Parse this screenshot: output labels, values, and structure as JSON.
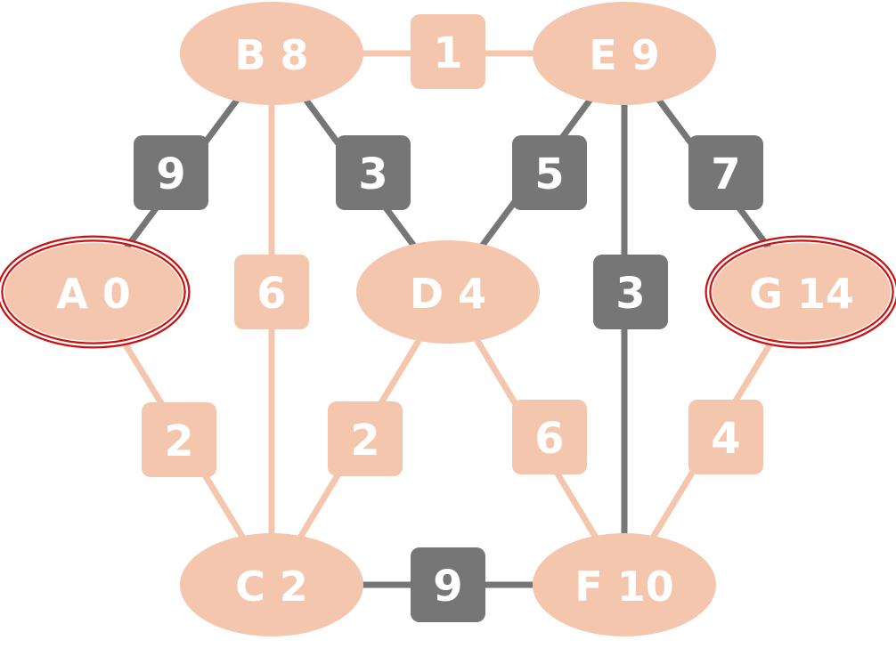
{
  "colors": {
    "peach": "#f5c6ae",
    "gray": "#767676",
    "path_edge": "#f0a882",
    "endpoint_ring": "#cc1111",
    "label": "#ffffff"
  },
  "nodes": [
    {
      "id": "A",
      "label": "A 0",
      "endpoint": true
    },
    {
      "id": "B",
      "label": "B 8",
      "endpoint": false
    },
    {
      "id": "C",
      "label": "C 2",
      "endpoint": false
    },
    {
      "id": "D",
      "label": "D 4",
      "endpoint": false
    },
    {
      "id": "E",
      "label": "E 9",
      "endpoint": false
    },
    {
      "id": "F",
      "label": "F 10",
      "endpoint": false
    },
    {
      "id": "G",
      "label": "G 14",
      "endpoint": true
    }
  ],
  "edges": [
    {
      "from": "A",
      "to": "B",
      "weight": "9",
      "style": "gray"
    },
    {
      "from": "A",
      "to": "C",
      "weight": "2",
      "style": "peach"
    },
    {
      "from": "B",
      "to": "C",
      "weight": "6",
      "style": "peach"
    },
    {
      "from": "B",
      "to": "D",
      "weight": "3",
      "style": "gray"
    },
    {
      "from": "B",
      "to": "E",
      "weight": "1",
      "style": "peach"
    },
    {
      "from": "C",
      "to": "D",
      "weight": "2",
      "style": "peach"
    },
    {
      "from": "C",
      "to": "F",
      "weight": "9",
      "style": "gray"
    },
    {
      "from": "D",
      "to": "E",
      "weight": "5",
      "style": "gray"
    },
    {
      "from": "D",
      "to": "F",
      "weight": "6",
      "style": "peach"
    },
    {
      "from": "E",
      "to": "F",
      "weight": "3",
      "style": "gray"
    },
    {
      "from": "E",
      "to": "G",
      "weight": "7",
      "style": "gray"
    },
    {
      "from": "F",
      "to": "G",
      "weight": "4",
      "style": "path"
    }
  ]
}
